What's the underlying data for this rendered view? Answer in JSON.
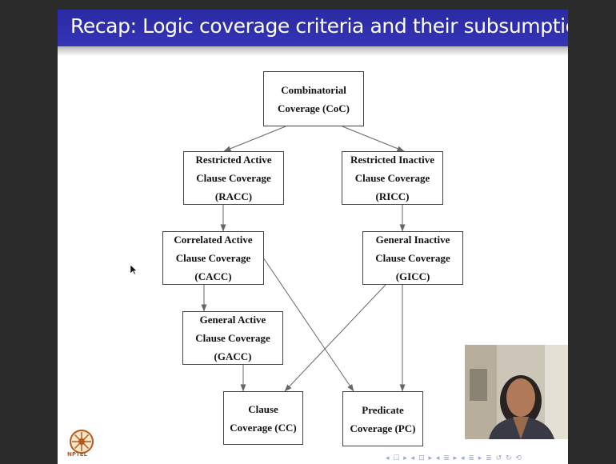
{
  "slide": {
    "title": "Recap: Logic coverage criteria and their subsumption"
  },
  "diagram": {
    "nodes": {
      "coc": [
        "Combinatorial",
        "Coverage (CoC)"
      ],
      "racc": [
        "Restricted Active",
        "Clause Coverage",
        "(RACC)"
      ],
      "ricc": [
        "Restricted Inactive",
        "Clause Coverage",
        "(RICC)"
      ],
      "cacc": [
        "Correlated Active",
        "Clause Coverage",
        "(CACC)"
      ],
      "gicc": [
        "General Inactive",
        "Clause Coverage",
        "(GICC)"
      ],
      "gacc": [
        "General Active",
        "Clause Coverage",
        "(GACC)"
      ],
      "cc": [
        "Clause",
        "Coverage (CC)"
      ],
      "pc": [
        "Predicate",
        "Coverage (PC)"
      ]
    }
  },
  "footer": {
    "logo_text": "NPTEL",
    "nav_glyphs": "◂ ☐ ▸ ◂ ⊡ ▸ ◂ ≣ ▸ ◂ ≣ ▸   ≣   ↺ ↻ ⟲"
  },
  "colors": {
    "title_bar": "#3030b0",
    "title_text": "#ffffff",
    "box_border": "#444444",
    "arrow": "#666666"
  },
  "icons": {
    "logo": "nptel-logo-icon",
    "cursor": "mouse-cursor-icon"
  }
}
